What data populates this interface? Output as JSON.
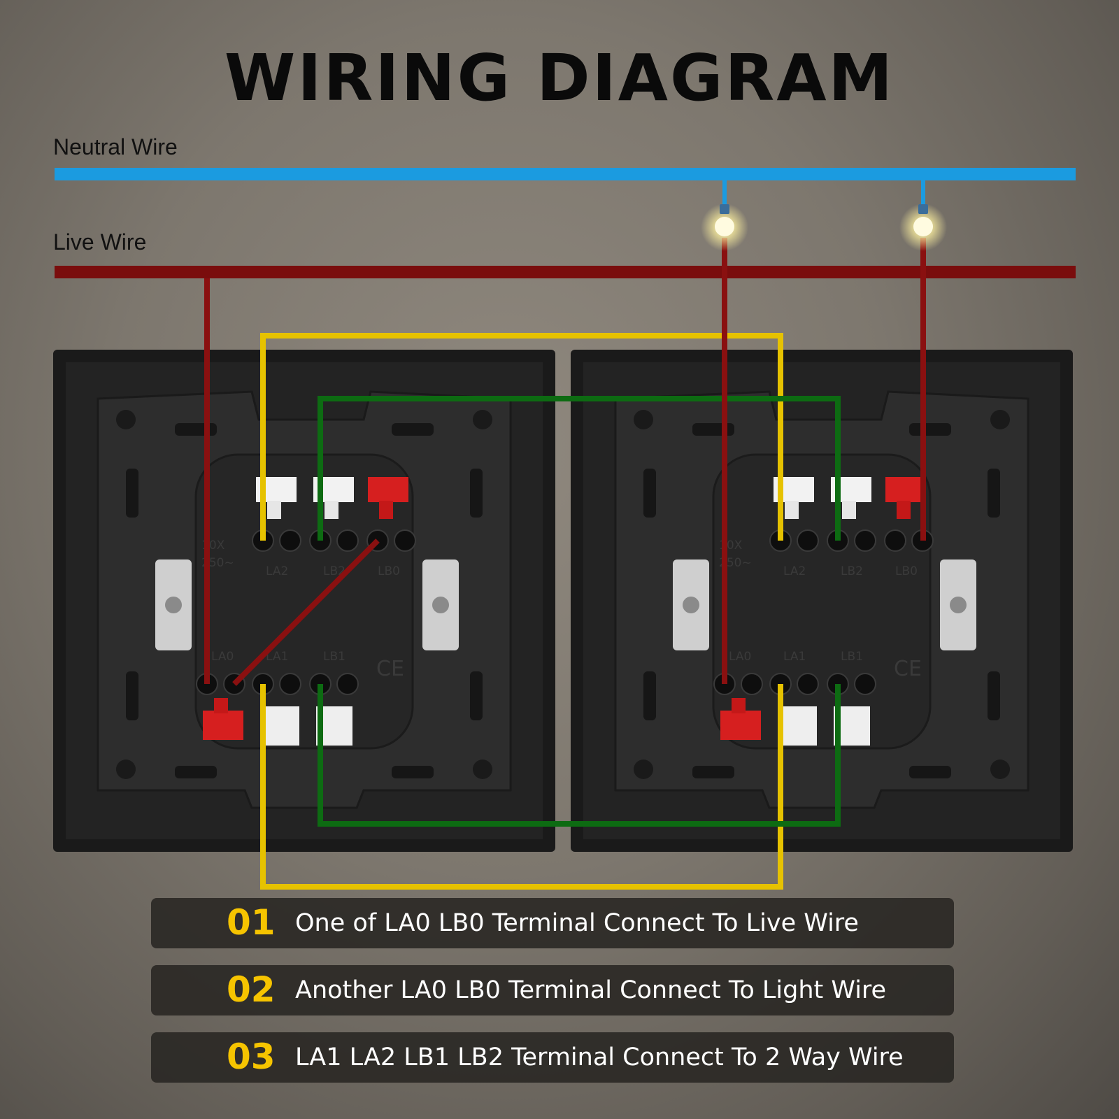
{
  "title": "WIRING DIAGRAM",
  "wires": {
    "neutral_label": "Neutral Wire",
    "live_label": "Live Wire",
    "colors": {
      "neutral": "#1b9be0",
      "live": "#7a0d0d",
      "two_way_a": "#e6c200",
      "two_way_b": "#0d6b12"
    }
  },
  "switches": [
    {
      "terminals_top": [
        "LA2",
        "LB2",
        "LB0"
      ],
      "terminals_bottom": [
        "LA0",
        "LA1",
        "LB1"
      ],
      "rating": [
        "10X",
        "250~"
      ],
      "mark": "CE"
    },
    {
      "terminals_top": [
        "LA2",
        "LB2",
        "LB0"
      ],
      "terminals_bottom": [
        "LA0",
        "LA1",
        "LB1"
      ],
      "rating": [
        "10X",
        "250~"
      ],
      "mark": "CE"
    }
  ],
  "notes": [
    {
      "number": "01",
      "text": "One of LA0 LB0 Terminal Connect To Live Wire"
    },
    {
      "number": "02",
      "text": "Another LA0 LB0 Terminal Connect To Light Wire"
    },
    {
      "number": "03",
      "text": "LA1 LA2 LB1 LB2 Terminal Connect To 2 Way Wire"
    }
  ],
  "icons": [
    "light-bulb-icon",
    "screw-icon",
    "terminal-lever-icon"
  ]
}
